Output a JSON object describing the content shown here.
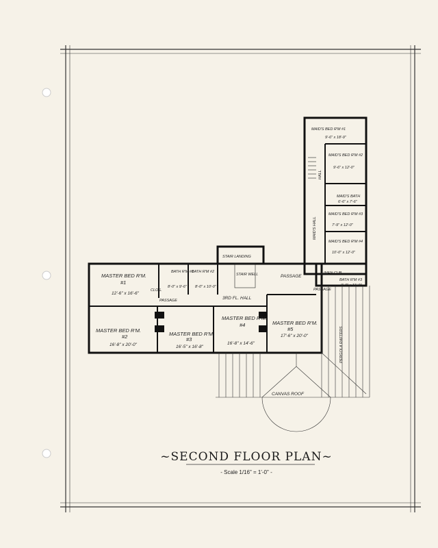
{
  "drawing": {
    "title": "~SECOND FLOOR PLAN~",
    "scale": "- Scale 1/16\" = 1'-0\" -",
    "rooms": {
      "master1": {
        "name": "MASTER BED R'M.",
        "num": "#1",
        "size": "12'-6\" x 16'-6\""
      },
      "master2": {
        "name": "MASTER BED R'M.",
        "num": "#2",
        "size": "16'-8\" x 20'-0\""
      },
      "master3": {
        "name": "MASTER BED R'M.",
        "num": "#3",
        "size": "16'-5\" x 16'-8\""
      },
      "master4": {
        "name": "MASTER BED R'M.",
        "num": "#4",
        "size": "16'-8\" x 14'-6\""
      },
      "master5": {
        "name": "MASTER BED R'M.",
        "num": "#5",
        "size": "17'-6\" x 20'-0\""
      },
      "bath1": {
        "name": "BATH R'M #1",
        "size": "8'-0\" x 9'-6\""
      },
      "bath2": {
        "name": "BATH R'M #2",
        "size": "8'-0\" x 10'-0\""
      },
      "bath3": {
        "name": "BATH R'M #3",
        "size": "9'-0\" x 11'-0\""
      },
      "clos": "CLOS.",
      "passage_left": "PASSAGE",
      "passage_right": "PASSAGE",
      "passage_upper": "PASSAGE",
      "hall3": "3RD FL. HALL",
      "stair_landing": "STAIR LANDING",
      "stair_well": "STAIR WELL",
      "linen": "LINEN CUB.",
      "maid1": {
        "name": "MAID'S BED R'M #1",
        "size": "9'-6\" x 18'-9\""
      },
      "maid2": {
        "name": "MAID'S BED R'M #2",
        "size": "9'-6\" x 12'-0\""
      },
      "maid3": {
        "name": "MAID'S BED R'M #3",
        "size": "7'-9\" x 12'-0\""
      },
      "maid4": {
        "name": "MAID'S BED R'M #4",
        "size": "10'-0\" x 12'-0\""
      },
      "maids_bath": {
        "name": "MAID'S BATH",
        "size": "6'-6\" x 7'-6\""
      },
      "maids_hall": "MAID'S HALL",
      "hall": "HALL",
      "canvas_roof": "CANVAS ROOF",
      "pergola": "PERGOLA RAFTERS"
    }
  }
}
